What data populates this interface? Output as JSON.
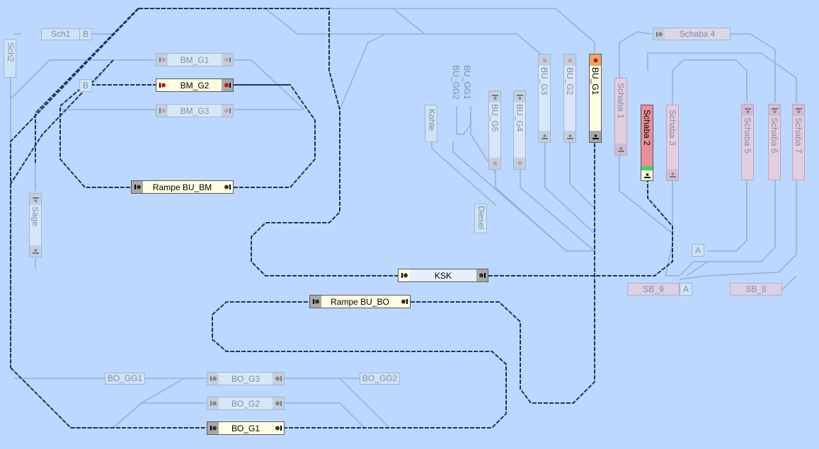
{
  "labels": {
    "sch1": "Sch1",
    "sch1_tag": "B",
    "sch2": "Sch2",
    "b_marker": "B",
    "kohle": "Kohle",
    "diesel": "Diesel",
    "bu_gg1": "BU_GG1",
    "bu_gg2": "BU_GG2",
    "a_marker": "A",
    "a_marker2": "A",
    "saege": "Säge",
    "bo_gg1": "BO_GG1",
    "bo_gg2": "BO_GG2"
  },
  "blocks": {
    "bm_g1": "BM_G1",
    "bm_g2": "BM_G2",
    "bm_g3": "BM_G3",
    "rampe_bu_bm": "Rampe BU_BM",
    "ksk": "KSK",
    "rampe_bu_bo": "Rampe BU_BO",
    "bo_g3": "BO_G3",
    "bo_g2": "BO_G2",
    "bo_g1": "BO_G1",
    "schaba_4": "Schaba 4",
    "sb_9": "SB_9",
    "sb_8": "SB_8"
  },
  "vblocks": {
    "bu_g5": "BU_G5",
    "bu_g4": "BU_G4",
    "bu_g3": "BU_G3",
    "bu_g2": "BU_G2",
    "bu_g1": "BU_G1",
    "schaba_1": "Schaba 1",
    "schaba_2": "Schaba 2",
    "schaba_3": "Schaba 3",
    "schaba_5": "Schaba 5",
    "schaba_6": "Schaba 6",
    "schaba_7": "Schaba 7",
    "saege_block": "Säge"
  },
  "colors": {
    "background": "#bcd8ff",
    "track_inactive": "#8fb0d6",
    "track_active": "#17365e",
    "block_active": "#fffde0",
    "block_inactive": "#d7e7f7",
    "signal_red": "#cc1010",
    "signal_green": "#3fd36c"
  }
}
